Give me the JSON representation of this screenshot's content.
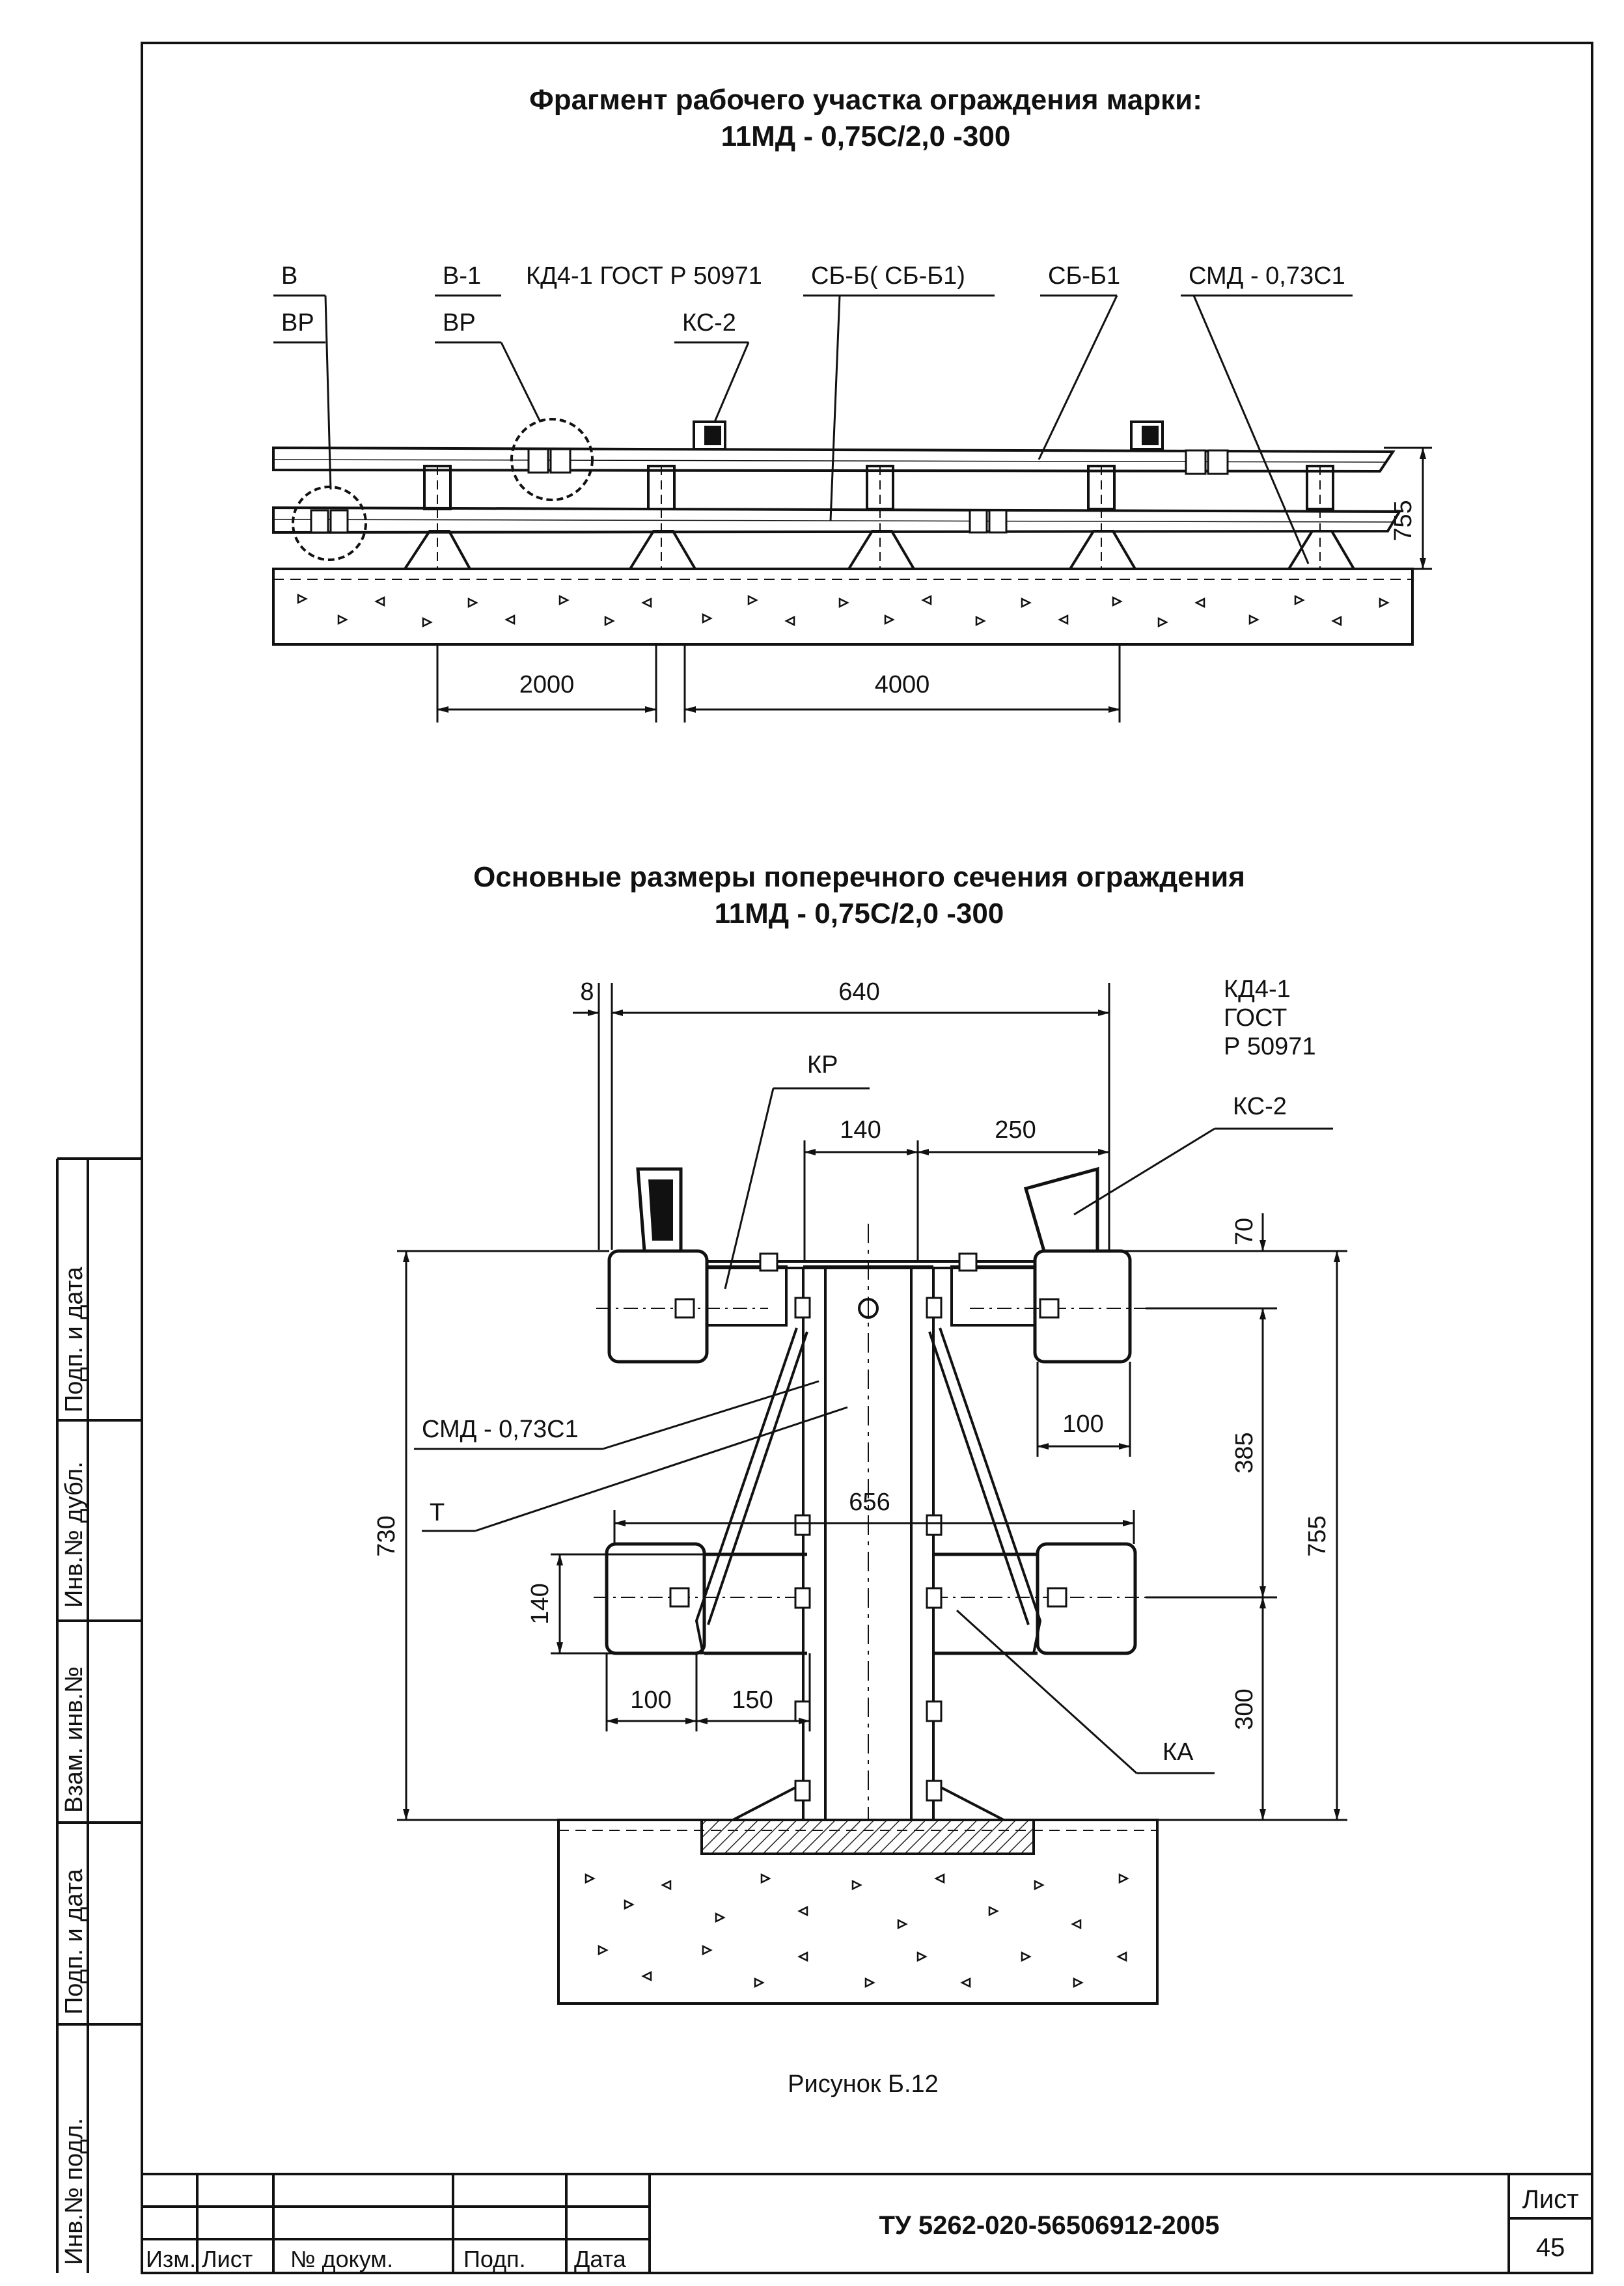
{
  "top_view": {
    "title_line1": "Фрагмент рабочего участка ограждения марки:",
    "title_line2": "11МД - 0,75С/2,0 -300",
    "callouts": {
      "v": "В",
      "vr1": "ВР",
      "v1": "В-1",
      "vr2": "ВР",
      "kd": "КД4-1 ГОСТ Р 50971",
      "ks": "КС-2",
      "sbb": "СБ-Б( СБ-Б1)",
      "sbb1": "СБ-Б1",
      "smd": "СМД - 0,73С1"
    },
    "dims": {
      "span1": "2000",
      "span2": "4000",
      "height": "755"
    }
  },
  "section": {
    "title_line1": "Основные размеры поперечного сечения ограждения",
    "title_line2": "11МД - 0,75С/2,0 -300",
    "callouts": {
      "kd_1": "КД4-1",
      "kd_2": "ГОСТ",
      "kd_3": "Р 50971",
      "ks": "КС-2",
      "kr": "КР",
      "smd": "СМД - 0,73С1",
      "t": "Т",
      "ka": "КА"
    },
    "dims": {
      "d8": "8",
      "d640": "640",
      "d140_top": "140",
      "d250": "250",
      "d70": "70",
      "d100_right": "100",
      "d385": "385",
      "d755": "755",
      "d656": "656",
      "d730": "730",
      "d140_left": "140",
      "d100_bottom": "100",
      "d150": "150",
      "d300": "300"
    },
    "caption": "Рисунок Б.12"
  },
  "side_stamp": [
    "Подп. и дата",
    "Инв.№ дубл.",
    "Взам. инв.№",
    "Подп. и дата",
    "Инв.№ подл."
  ],
  "title_block": {
    "col_izm": "Изм.",
    "col_list": "Лист",
    "col_doc": "№ докум.",
    "col_podp": "Подп.",
    "col_date": "Дата",
    "doc_number": "ТУ 5262-020-56506912-2005",
    "sheet_label": "Лист",
    "sheet_number": "45"
  }
}
